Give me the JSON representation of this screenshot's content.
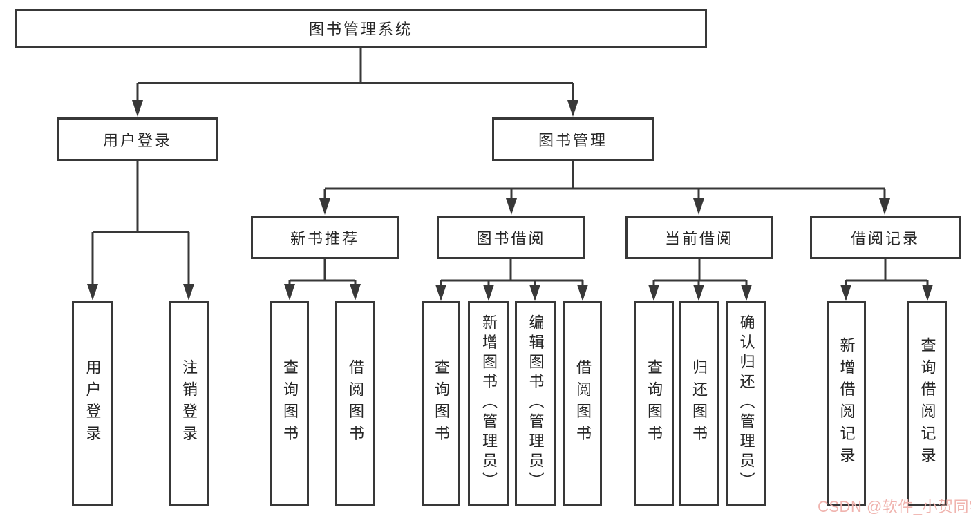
{
  "diagram": {
    "line_color": "#383838",
    "box_border_color": "#383838",
    "text_color": "#262626",
    "root": {
      "label": "图书管理系统"
    },
    "level1": [
      {
        "label": "用户登录"
      },
      {
        "label": "图书管理"
      }
    ],
    "level2": [
      {
        "label": "新书推荐"
      },
      {
        "label": "图书借阅"
      },
      {
        "label": "当前借阅"
      },
      {
        "label": "借阅记录"
      }
    ],
    "leaves": [
      {
        "label": "用户登录"
      },
      {
        "label": "注销登录"
      },
      {
        "label": "查询图书"
      },
      {
        "label": "借阅图书"
      },
      {
        "label": "查询图书"
      },
      {
        "label": "新增图书（管理员）"
      },
      {
        "label": "编辑图书（管理员）"
      },
      {
        "label": "借阅图书"
      },
      {
        "label": "查询图书"
      },
      {
        "label": "归还图书"
      },
      {
        "label": "确认归还（管理员）"
      },
      {
        "label": "新增借阅记录"
      },
      {
        "label": "查询借阅记录"
      }
    ]
  },
  "watermark": {
    "text": "CSDN @软件_小贺同学",
    "color": "#f0b4af"
  }
}
